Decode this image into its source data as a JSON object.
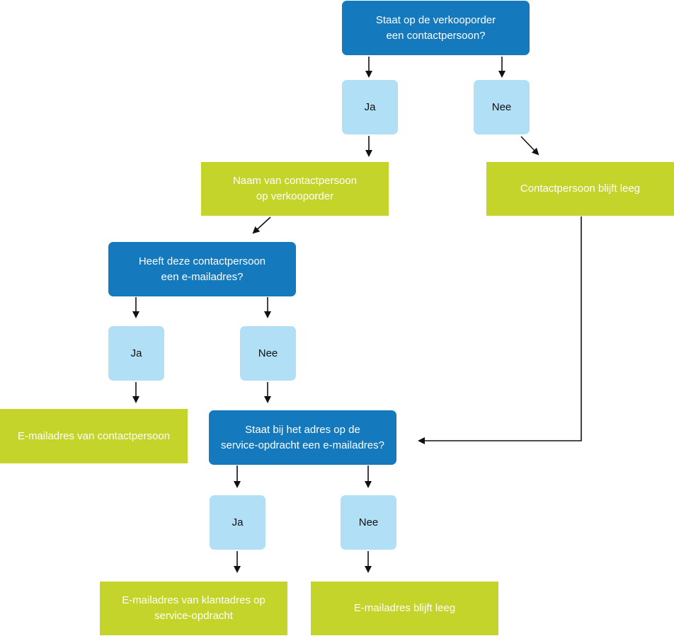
{
  "nodes": {
    "q1": "Staat op de verkooporder\neen contactpersoon?",
    "q1_ja": "Ja",
    "q1_nee": "Nee",
    "r_naam": "Naam van contactpersoon\nop verkooporder",
    "r_leeg": "Contactpersoon blijft leeg",
    "q2": "Heeft deze contactpersoon\neen e-mailadres?",
    "q2_ja": "Ja",
    "q2_nee": "Nee",
    "r_email_cp": "E-mailadres van contactpersoon",
    "q3": "Staat bij het adres op de\nservice-opdracht een e-mailadres?",
    "q3_ja": "Ja",
    "q3_nee": "Nee",
    "r_email_klant": "E-mailadres van klantadres op\nservice-opdracht",
    "r_email_leeg": "E-mailadres blijft leeg"
  },
  "colors": {
    "question": "#1479bd",
    "answer": "#b1dff5",
    "result": "#c5d42b",
    "arrow": "#111111"
  }
}
